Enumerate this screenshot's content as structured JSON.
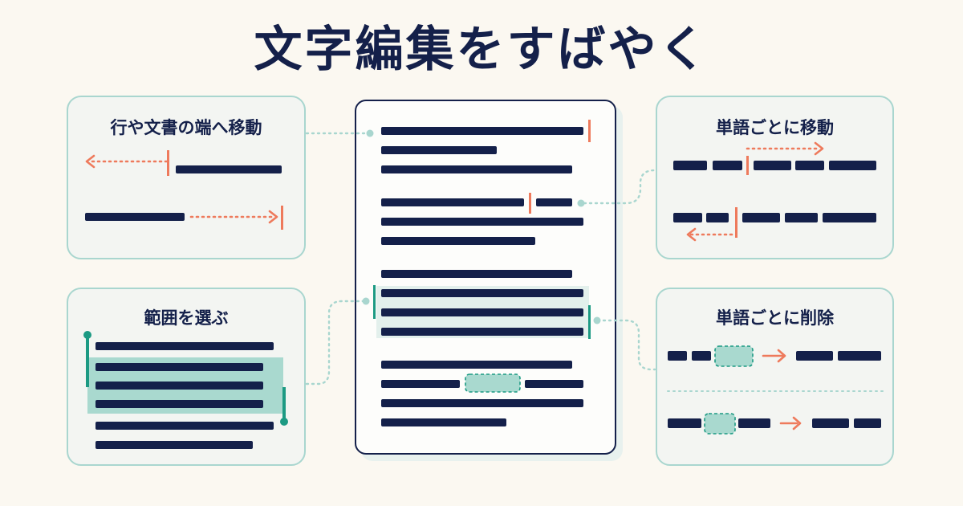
{
  "title": "文字編集をすばやく",
  "panels": {
    "line_edge": {
      "title": "行や文書の端へ移動"
    },
    "word_move": {
      "title": "単語ごとに移動"
    },
    "select_range": {
      "title": "範囲を選ぶ"
    },
    "word_delete": {
      "title": "単語ごとに削除"
    }
  },
  "colors": {
    "navy": "#14204a",
    "accent": "#ee7a5c",
    "teal": "#1c9a83",
    "selection": "#a9d9cf",
    "panel_border": "#a9d6cf",
    "background": "#fbf8f1"
  },
  "icons": [
    "arrow-left-icon",
    "arrow-right-icon",
    "caret-icon",
    "selection-handle-icon"
  ]
}
